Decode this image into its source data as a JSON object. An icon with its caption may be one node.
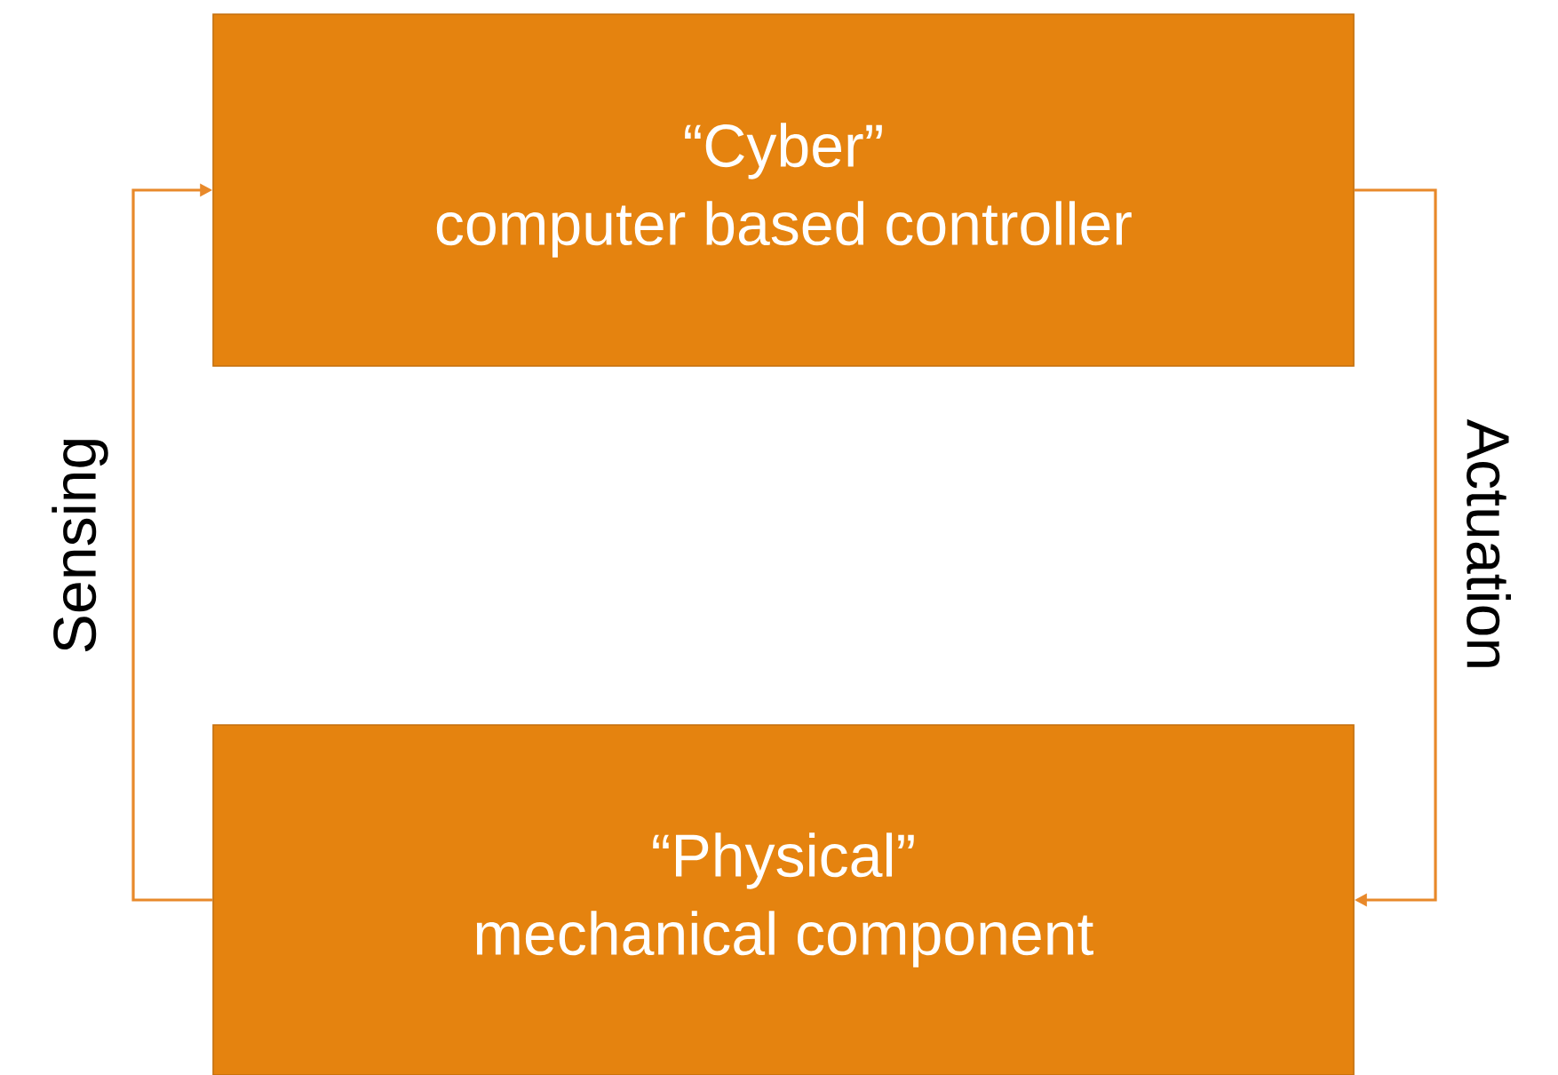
{
  "diagram": {
    "nodes": [
      {
        "text": [
          "“Cyber”",
          "computer based controller"
        ]
      },
      {
        "text": [
          "“Physical”",
          "mechanical component"
        ]
      }
    ],
    "edges": [
      {
        "from": 1,
        "to": 0,
        "arrow": "to",
        "label": "Sensing"
      },
      {
        "from": 0,
        "to": 1,
        "arrow": "to",
        "label": "Actuation"
      }
    ]
  }
}
